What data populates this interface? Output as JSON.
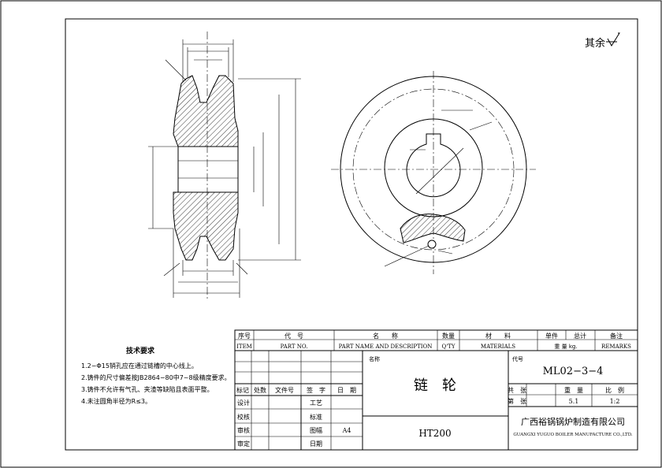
{
  "surface_note": "其余",
  "tech_requirements": {
    "title": "技术要求",
    "items": [
      "1.2−Φ15销孔应在通过链槽的中心线上。",
      "2.铸件的尺寸偏差按JB2864−80中7~8级精度要求。",
      "3.铸件不允许有气孔、夹渣等缺陷且表面平整。",
      "4.未注圆角半径为R≤3。"
    ]
  },
  "parts_list_header": {
    "item_cn": "序号",
    "item_en": "ITEM",
    "part_cn": "代　号",
    "part_en": "PART NO.",
    "name_cn": "名　　称",
    "name_en": "PART NAME AND DESCRIPTION",
    "qty_cn": "数量",
    "qty_en": "Q'TY",
    "mat_cn": "材　　料",
    "mat_en": "MATERIALS",
    "unit_cn": "单件",
    "total_cn": "总计",
    "weight_cn": "重 量 kg.",
    "remarks_cn": "备注",
    "remarks_en": "REMARKS"
  },
  "title_block": {
    "name_label": "名称",
    "part_name": "链　轮",
    "code_label": "代号",
    "drawing_no": "ML02−3−4",
    "material": "HT200",
    "sheet_total_label": "共　张",
    "sheet_no_label": "第　张",
    "weight_label": "重　量",
    "scale_label": "比　例",
    "weight_value": "5.1",
    "scale_value": "1:2",
    "company_cn": "广西裕锅锅炉制造有限公司",
    "company_en": "GUANGXI YUGUO BOILER MANUFACTURE CO.,LTD.",
    "rev_labels": [
      "标记",
      "处数",
      "文件号",
      "签　字",
      "日　期"
    ],
    "sign_labels": [
      "设计",
      "校核",
      "审核",
      "审定"
    ],
    "mid_labels": [
      "工艺",
      "标准",
      "图幅",
      "日期"
    ],
    "sheet_size": "A4"
  }
}
